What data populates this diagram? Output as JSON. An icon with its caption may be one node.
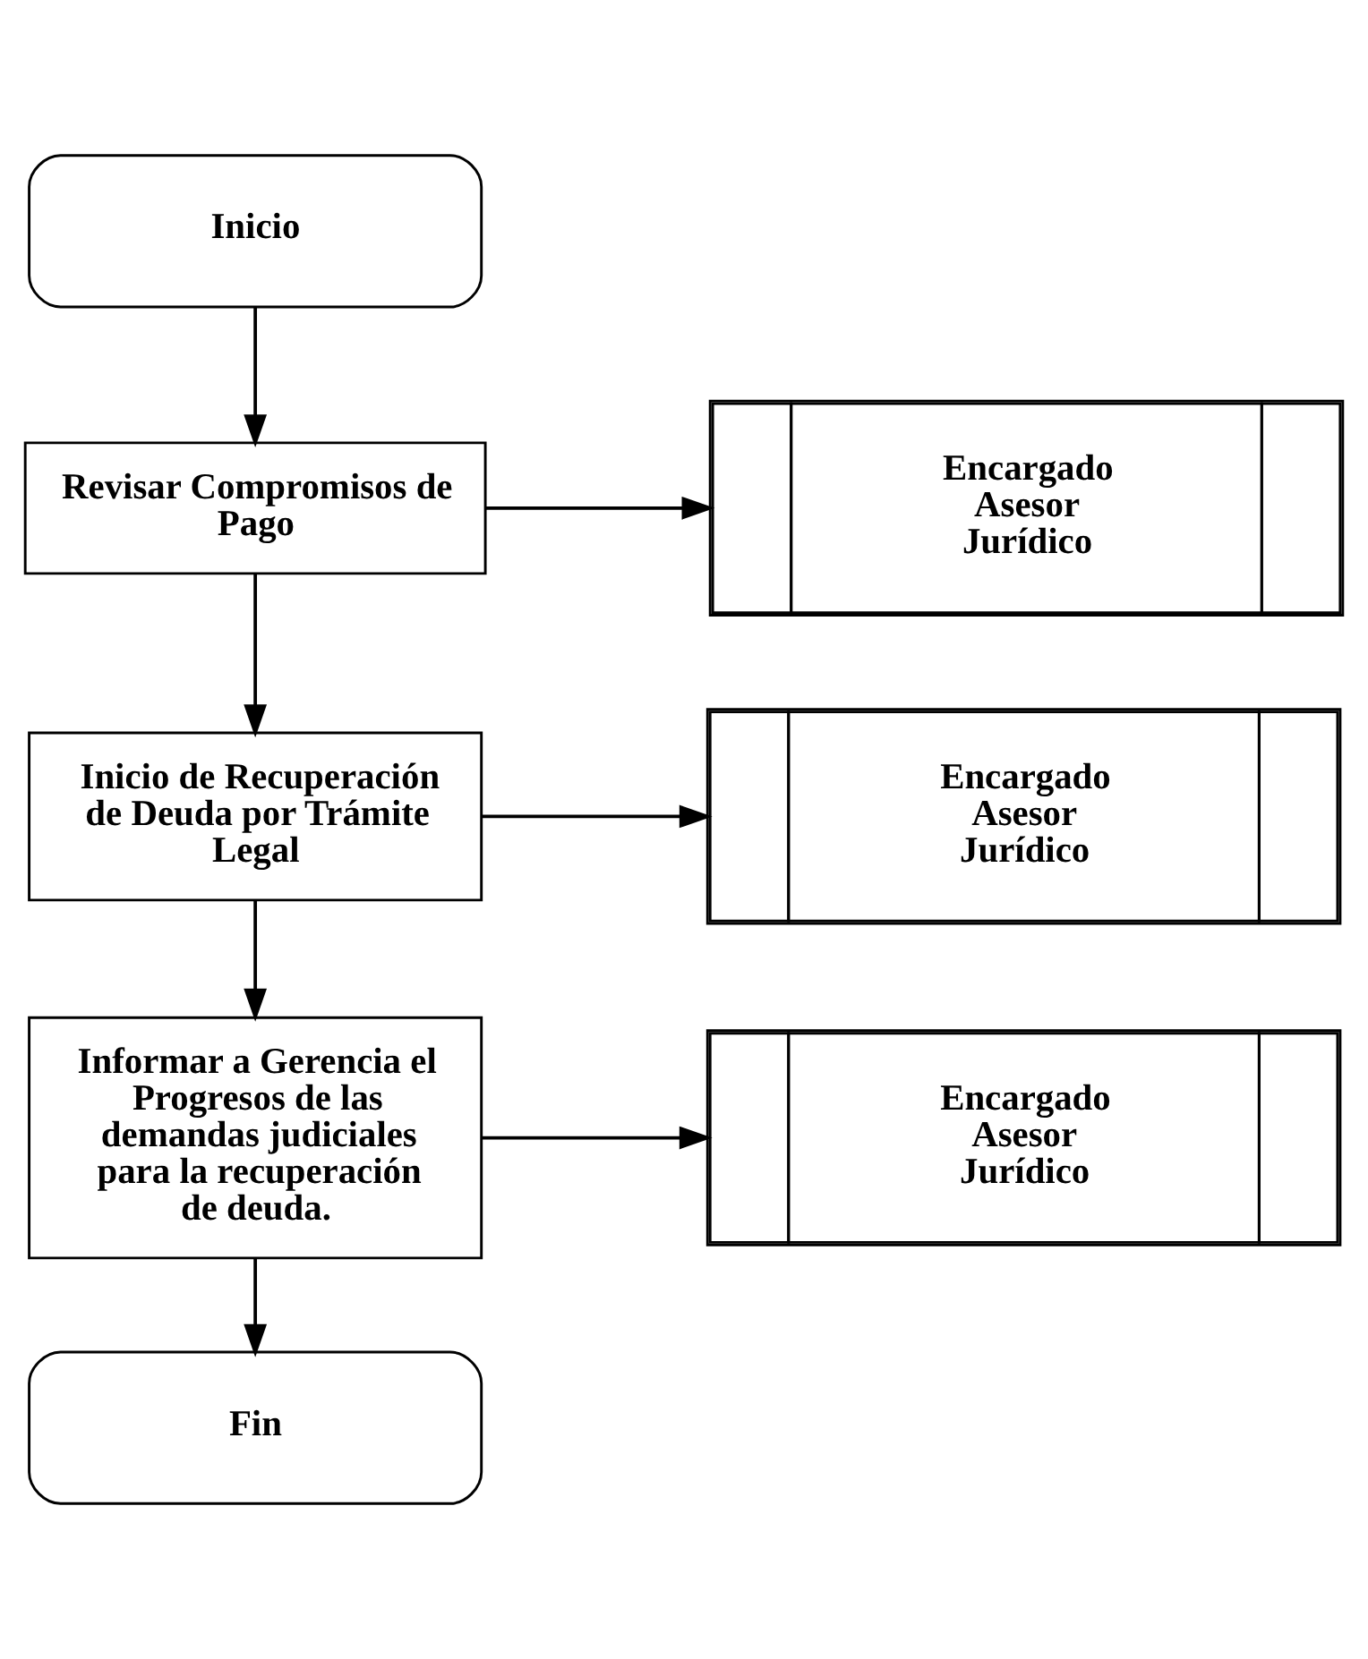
{
  "diagram": {
    "nodes": [
      {
        "text": [
          "Inicio"
        ]
      },
      {
        "text": [
          "Revisar Compromisos de Pago"
        ]
      },
      {
        "text": [
          "Encargado Asesor Jurídico"
        ]
      },
      {
        "text": [
          "Inicio de Recuperación de Deuda por Trámite Legal"
        ]
      },
      {
        "text": [
          "Encargado Asesor Jurídico"
        ]
      },
      {
        "text": [
          "Informar a Gerencia el Progresos de las demandas judiciales para la recuperación de deuda."
        ]
      },
      {
        "text": [
          "Encargado Asesor Jurídico"
        ]
      },
      {
        "text": [
          "Fin"
        ]
      }
    ],
    "edges": [
      {
        "from": 0,
        "to": 1,
        "arrow": "to"
      },
      {
        "from": 1,
        "to": 2,
        "arrow": "to"
      },
      {
        "from": 1,
        "to": 3,
        "arrow": "to"
      },
      {
        "from": 3,
        "to": 4,
        "arrow": "to"
      },
      {
        "from": 3,
        "to": 5,
        "arrow": "to"
      },
      {
        "from": 5,
        "to": 6,
        "arrow": "to"
      },
      {
        "from": 5,
        "to": 7,
        "arrow": "to"
      }
    ]
  }
}
